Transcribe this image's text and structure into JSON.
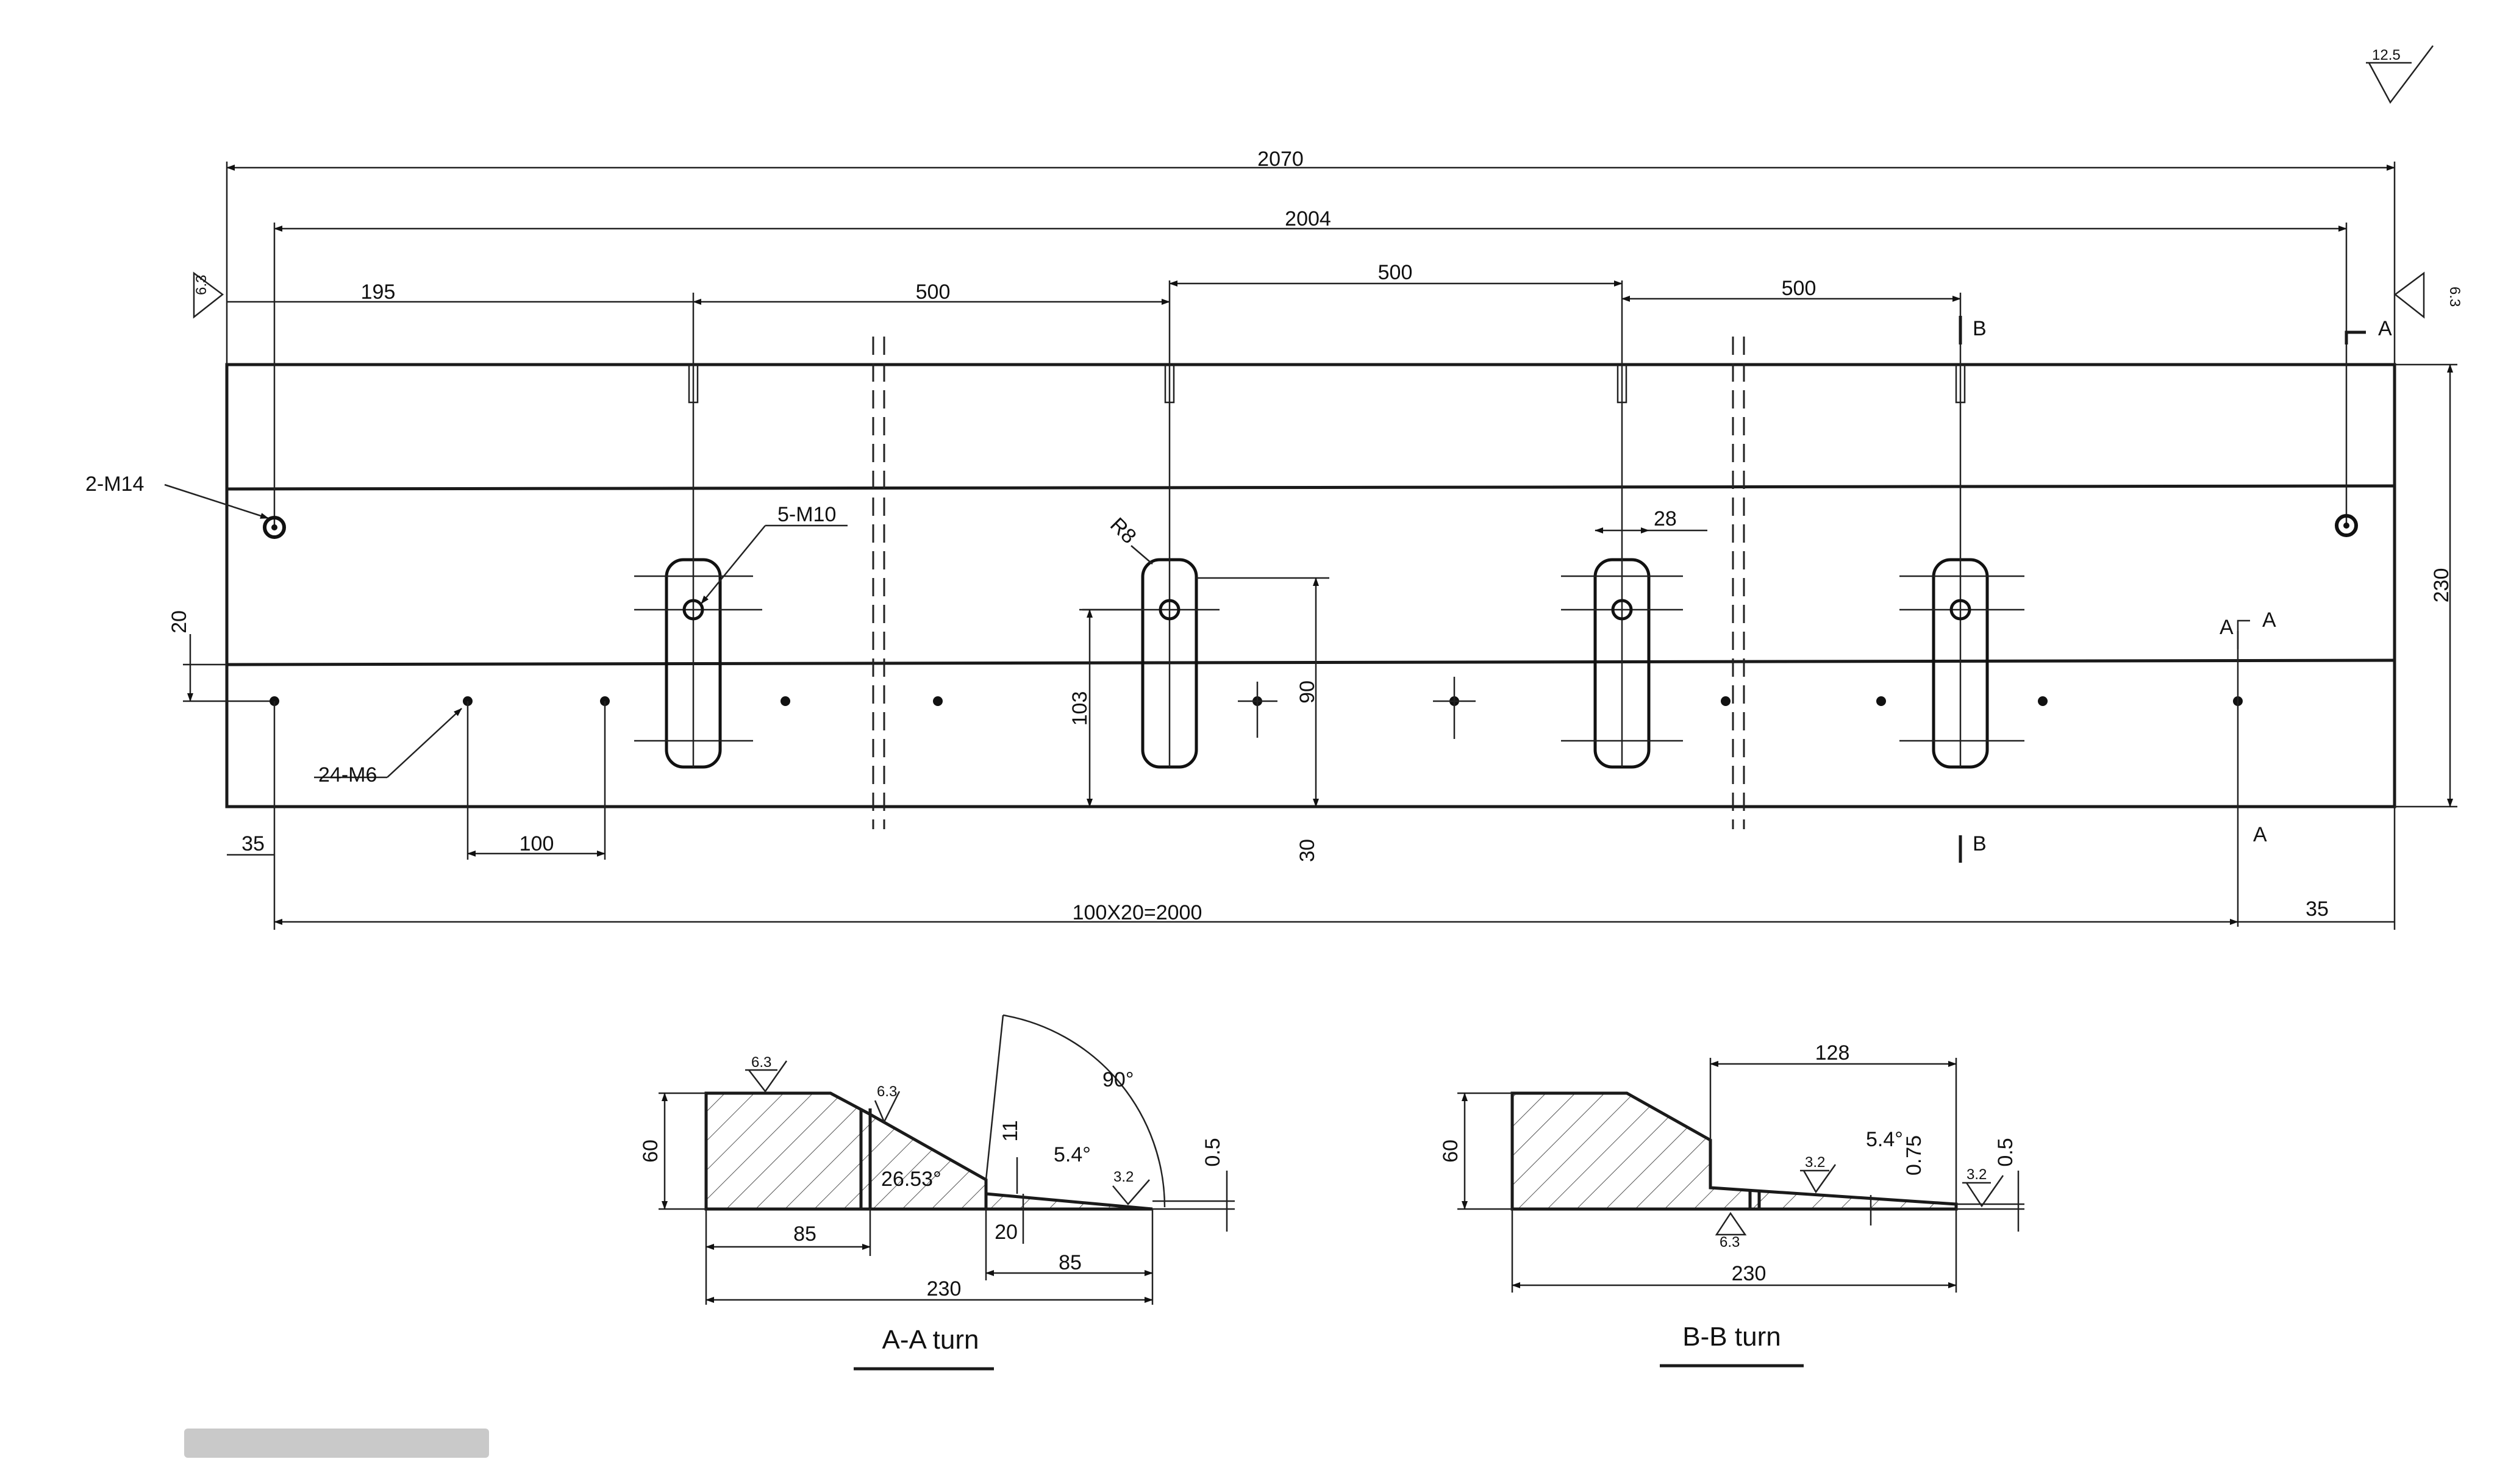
{
  "surface_finish": {
    "general": "12.5",
    "ends": "6.3",
    "section_top": "6.3",
    "section_edge": "3.2"
  },
  "plan": {
    "overall_length": "2070",
    "hole_span": "2004",
    "first_offset": "195",
    "pitch_1": "500",
    "pitch_2": "500",
    "pitch_3": "500",
    "height": "230",
    "side_edge": "20",
    "slot_width": "28",
    "slot_radius": "R8",
    "slot_height": "103",
    "slot_to_edge": "90",
    "bottom_offset": "30",
    "end_offset_left": "35",
    "end_offset_right": "35",
    "small_pitch": "100",
    "small_span": "100X20=2000",
    "callout_m14": "2-M14",
    "callout_m10": "5-M10",
    "callout_m6": "24-M6",
    "section_mark_a": "A",
    "section_mark_b": "B"
  },
  "section_aa": {
    "title": "A-A turn",
    "height": "60",
    "bevel_angle": "26.53°",
    "width_85a": "85",
    "width_20": "20",
    "width_85b": "85",
    "total_width": "230",
    "edge_height": "11",
    "tip_angle": "5.4°",
    "right_angle": "90°",
    "tip_thickness": "0.5"
  },
  "section_bb": {
    "title": "B-B turn",
    "height": "60",
    "length_128": "128",
    "tip_angle": "5.4°",
    "tip_height": "0.75",
    "tip_thickness": "0.5",
    "total_width": "230"
  }
}
